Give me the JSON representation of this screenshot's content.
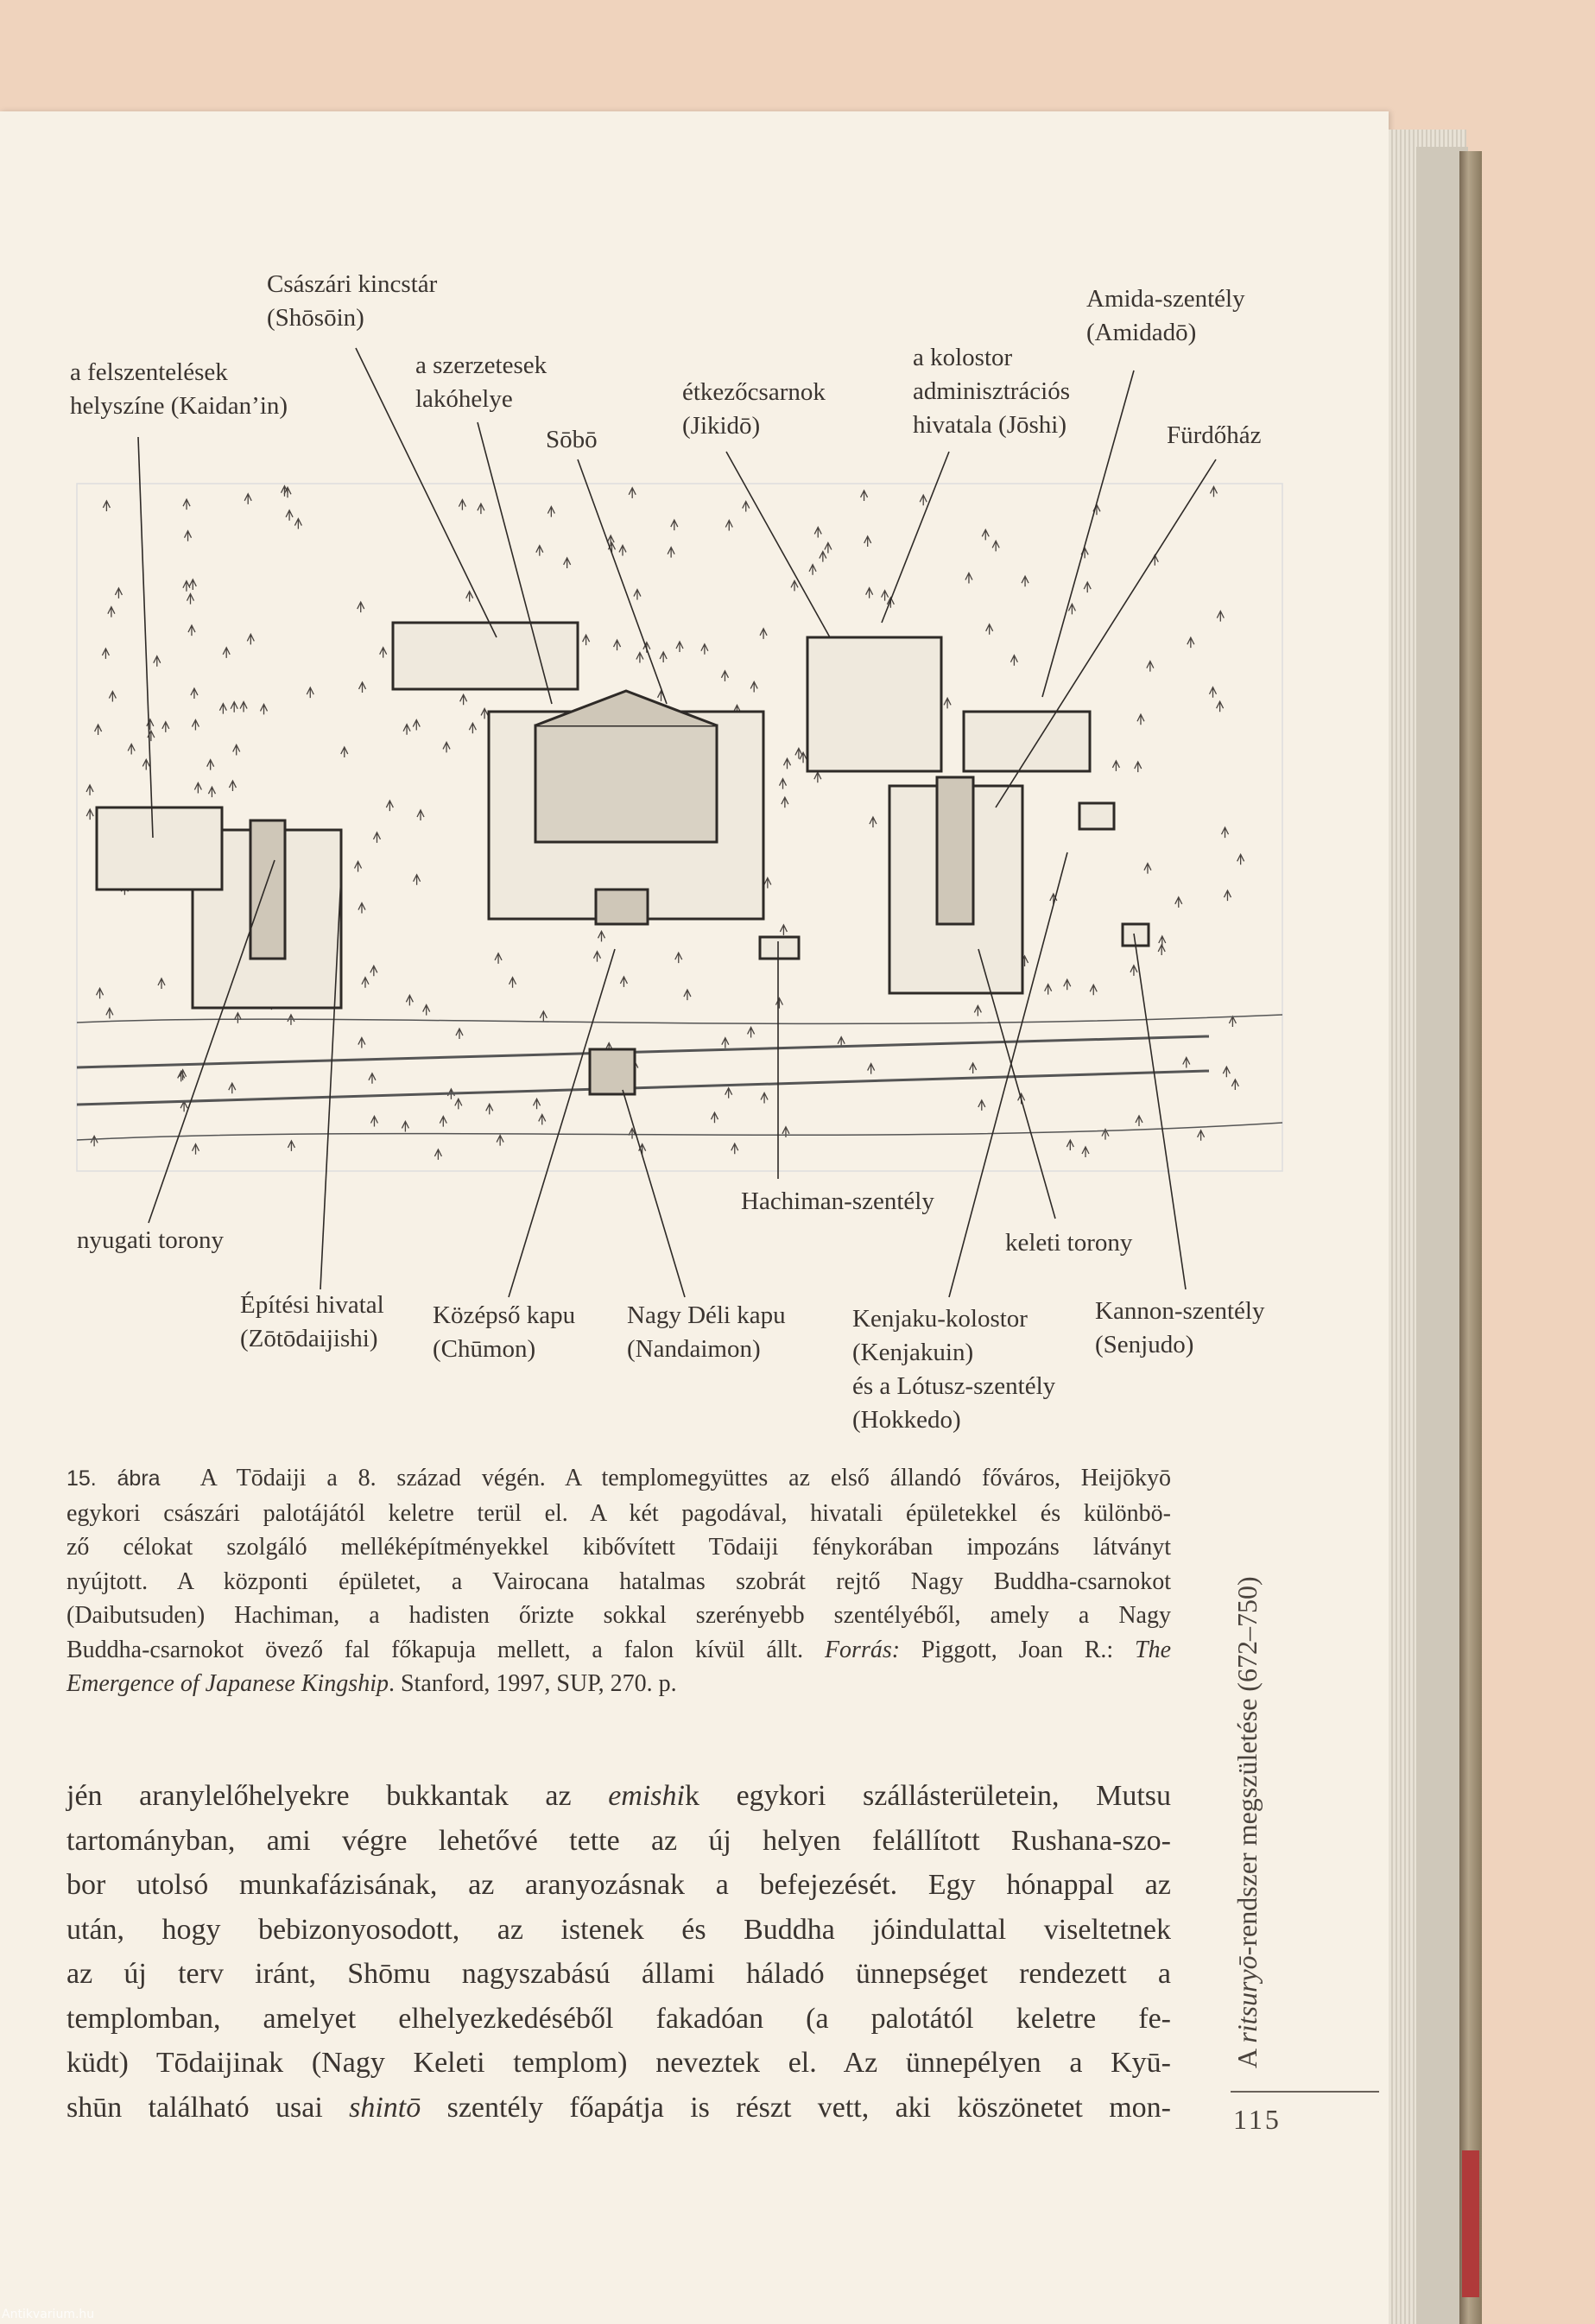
{
  "figure": {
    "labels": {
      "shosoin": [
        "Császári kincstár",
        "(Shōsōin)"
      ],
      "kaidanin": [
        "a felszentelések",
        "helyszíne (Kaidan’in)"
      ],
      "szerzetesek": [
        "a szerzetesek",
        "lakóhelye"
      ],
      "sobo": [
        "Sōbō"
      ],
      "jikido": [
        "étkezőcsarnok",
        "(Jikidō)"
      ],
      "joshi": [
        "a kolostor",
        "adminisztrációs",
        "hivatala (Jōshi)"
      ],
      "amidado": [
        "Amida-szentély",
        "(Amidadō)"
      ],
      "furdohaz": [
        "Fürdőház"
      ],
      "nyugati": [
        "nyugati torony"
      ],
      "hachiman": [
        "Hachiman-szentély"
      ],
      "keleti": [
        "keleti torony"
      ],
      "zoto": [
        "Építési hivatal",
        "(Zōtōdaijishi)"
      ],
      "chumon": [
        "Középső kapu",
        "(Chūmon)"
      ],
      "nandaimon": [
        "Nagy Déli kapu",
        "(Nandaimon)"
      ],
      "kenjaku": [
        "Kenjaku-kolostor",
        "(Kenjakuin)",
        "és a Lótusz-szentély",
        "(Hokkedo)"
      ],
      "kannon": [
        "Kannon-szentély",
        "(Senjudo)"
      ]
    }
  },
  "caption": {
    "number": "15. ábra",
    "lines": [
      "A Tōdaiji a 8. század végén. A templomegyüttes az első állandó főváros, Heijōkyō",
      "egykori császári palotájától keletre terül el. A két pagodával, hivatali épületekkel és különbö-",
      "ző célokat szolgáló melléképítményekkel kibővített Tōdaiji fénykorában impozáns látványt",
      "nyújtott. A központi épületet, a Vairocana hatalmas szobrát rejtő Nagy Buddha-csarnokot",
      "(Daibutsuden) Hachiman, a hadisten őrizte sokkal szerényebb szentélyéből, amely a Nagy",
      "Buddha-csarnokot övező fal főkapuja mellett, a falon kívül állt."
    ],
    "source_label": "Forrás:",
    "source_author": "Piggott, Joan R.:",
    "source_title_1": "The",
    "source_title_2": "Emergence of Japanese Kingship",
    "source_rest": ". Stanford, 1997, SUP, 270. p."
  },
  "body": {
    "line1_a": "jén aranylelőhelyekre bukkantak az ",
    "line1_i": "emishi",
    "line1_b": "k egykori szállásterületein, Mutsu",
    "lines": [
      "tartományban, ami végre lehetővé tette az új helyen felállított Rushana-szo-",
      "bor utolsó munkafázisának, az aranyozásnak a befejezését. Egy hónappal az",
      "után, hogy bebizonyosodott, az istenek és Buddha jóindulattal viseltetnek",
      "az új terv iránt, Shōmu nagyszabású állami háladó ünnepséget rendezett a",
      "templomban, amelyet elhelyezkedéséből fakadóan (a palotától keletre fe-",
      "küdt) Tōdaijinak (Nagy Keleti templom) neveztek el. Az ünnepélyen a Kyū-"
    ],
    "last_a": "shūn található usai ",
    "last_i": "shintō",
    "last_b": " szentély főapátja is részt vett, aki köszönetet mon-"
  },
  "running_head": {
    "pre": "A ",
    "italic": "ritsuryō",
    "post": "-rendszer megszületése (672–750)"
  },
  "page_number": "115",
  "watermark": "Antikvarium.hu"
}
